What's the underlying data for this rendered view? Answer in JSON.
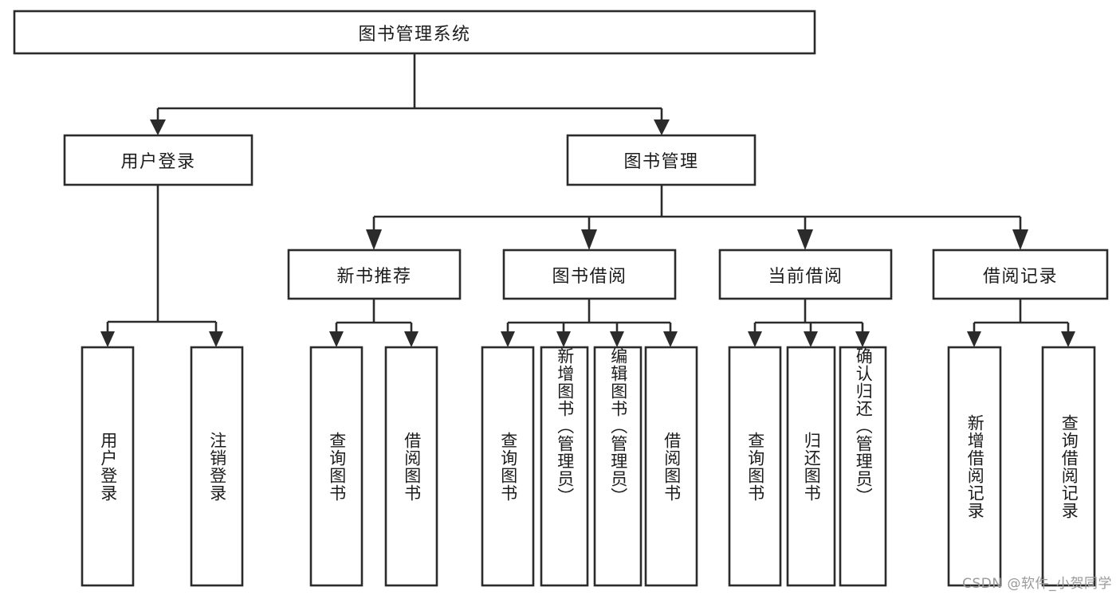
{
  "diagram": {
    "type": "tree",
    "title": "图书管理系统",
    "watermark": "CSDN @软件_小贺同学",
    "orientation": "top-down",
    "levels": 4,
    "nodes": {
      "root": {
        "label": "图书管理系统",
        "level": 1
      },
      "l2": [
        {
          "id": "user-login",
          "label": "用户登录",
          "level": 2
        },
        {
          "id": "book-manage",
          "label": "图书管理",
          "level": 2
        }
      ],
      "l3": [
        {
          "id": "new-book-rec",
          "label": "新书推荐",
          "level": 3,
          "parent": "book-manage"
        },
        {
          "id": "book-borrow",
          "label": "图书借阅",
          "level": 3,
          "parent": "book-manage"
        },
        {
          "id": "current-borrow",
          "label": "当前借阅",
          "level": 3,
          "parent": "book-manage"
        },
        {
          "id": "borrow-record",
          "label": "借阅记录",
          "level": 3,
          "parent": "book-manage"
        }
      ],
      "leaves": [
        {
          "id": "leaf-user-login",
          "label": "用户登录",
          "parent": "user-login"
        },
        {
          "id": "leaf-logout",
          "label": "注销登录",
          "parent": "user-login"
        },
        {
          "id": "leaf-query-book-1",
          "label": "查询图书",
          "parent": "new-book-rec"
        },
        {
          "id": "leaf-borrow-book-1",
          "label": "借阅图书",
          "parent": "new-book-rec"
        },
        {
          "id": "leaf-query-book-2",
          "label": "查询图书",
          "parent": "book-borrow"
        },
        {
          "id": "leaf-add-book",
          "label": "新增图书（管理员）",
          "parent": "book-borrow"
        },
        {
          "id": "leaf-edit-book",
          "label": "编辑图书（管理员）",
          "parent": "book-borrow"
        },
        {
          "id": "leaf-borrow-book-2",
          "label": "借阅图书",
          "parent": "book-borrow"
        },
        {
          "id": "leaf-query-book-3",
          "label": "查询图书",
          "parent": "current-borrow"
        },
        {
          "id": "leaf-return-book",
          "label": "归还图书",
          "parent": "current-borrow"
        },
        {
          "id": "leaf-confirm-return",
          "label": "确认归还（管理员）",
          "parent": "current-borrow"
        },
        {
          "id": "leaf-add-record",
          "label": "新增借阅记录",
          "parent": "borrow-record"
        },
        {
          "id": "leaf-query-record",
          "label": "查询借阅记录",
          "parent": "borrow-record"
        }
      ]
    },
    "colors": {
      "box_fill": "#ffffff",
      "box_stroke": "#2b2b2b",
      "text": "#1c1c1c",
      "background": "#ffffff",
      "watermark": "#9a9a9a"
    }
  }
}
